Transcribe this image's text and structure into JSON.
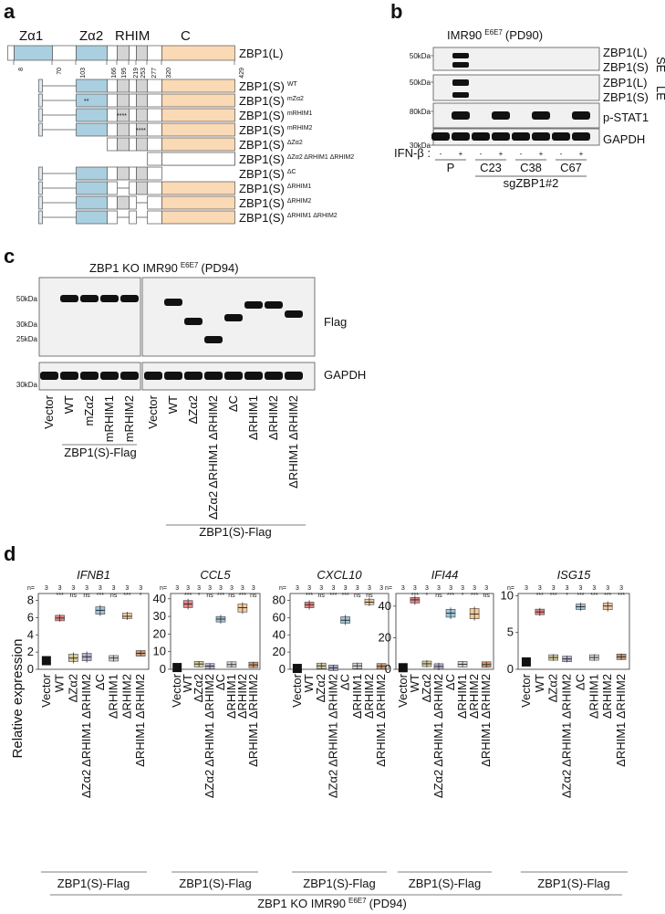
{
  "panels": {
    "a": "a",
    "b": "b",
    "c": "c",
    "d": "d"
  },
  "panel_a": {
    "domain_labels": [
      "Zα1",
      "Zα2",
      "RHIM",
      "C"
    ],
    "positions": [
      "8",
      "70",
      "103",
      "166",
      "195",
      "219",
      "253",
      "277",
      "320",
      "429"
    ],
    "rows": [
      {
        "name": "ZBP1(L)",
        "sup": ""
      },
      {
        "name": "ZBP1(S)",
        "sup": "WT"
      },
      {
        "name": "ZBP1(S)",
        "sup": "mZα2"
      },
      {
        "name": "ZBP1(S)",
        "sup": "mRHIM1"
      },
      {
        "name": "ZBP1(S)",
        "sup": "mRHIM2"
      },
      {
        "name": "ZBP1(S)",
        "sup": "ΔZα2"
      },
      {
        "name": "ZBP1(S)",
        "sup": "ΔZα2 ΔRHIM1 ΔRHIM2"
      },
      {
        "name": "ZBP1(S)",
        "sup": "ΔC"
      },
      {
        "name": "ZBP1(S)",
        "sup": "ΔRHIM1"
      },
      {
        "name": "ZBP1(S)",
        "sup": "ΔRHIM2"
      },
      {
        "name": "ZBP1(S)",
        "sup": "ΔRHIM1 ΔRHIM2"
      }
    ],
    "mutation_marks": [
      "**",
      "****",
      "****"
    ]
  },
  "panel_b": {
    "title": "IMR90",
    "title_sup": "E6E7",
    "title_suffix": "(PD90)",
    "markers": [
      "50kDa",
      "50kDa",
      "80kDa",
      "30kDa"
    ],
    "right_labels": [
      "ZBP1(L)",
      "ZBP1(S)",
      "ZBP1(L)",
      "ZBP1(S)",
      "p-STAT1",
      "GAPDH"
    ],
    "exposure_labels": [
      "SE",
      "LE"
    ],
    "treatment_label": "IFN-β :",
    "treatment_signs": [
      "-",
      "+",
      "-",
      "+",
      "-",
      "+",
      "-",
      "+"
    ],
    "groups": [
      "P",
      "C23",
      "C38",
      "C67"
    ],
    "guide_label": "sgZBP1#2"
  },
  "panel_c": {
    "title": "ZBP1 KO IMR90",
    "title_sup": "E6E7",
    "title_suffix": "(PD94)",
    "markers": [
      "50kDa",
      "30kDa",
      "25kDa",
      "30kDa"
    ],
    "right_labels": [
      "Flag",
      "GAPDH"
    ],
    "lanes_left": [
      "Vector",
      "WT",
      "mZα2",
      "mRHIM1",
      "mRHIM2"
    ],
    "lanes_right": [
      "Vector",
      "WT",
      "ΔZα2",
      "ΔZα2 ΔRHIM1 ΔRHIM2",
      "ΔC",
      "ΔRHIM1",
      "ΔRHIM2",
      "ΔRHIM1 ΔRHIM2"
    ],
    "group_label_left": "ZBP1(S)-Flag",
    "group_label_right": "ZBP1(S)-Flag"
  },
  "panel_d": {
    "ylabel": "Relative expression",
    "n_label": "n=",
    "n_value": "3",
    "categories": [
      "Vector",
      "WT",
      "ΔZα2",
      "ΔZα2 ΔRHIM1 ΔRHIM2",
      "ΔC",
      "ΔRHIM1",
      "ΔRHIM2",
      "ΔRHIM1 ΔRHIM2"
    ],
    "group_label": "ZBP1(S)-Flag",
    "footer": "ZBP1 KO IMR90",
    "footer_sup": "E6E7",
    "footer_suffix": "(PD94)",
    "colors": [
      "#111111",
      "#e05a5a",
      "#c9bf7a",
      "#9a9ac4",
      "#7fb2cc",
      "#c8c8c8",
      "#f0b878",
      "#b8784a"
    ]
  },
  "chart_data": [
    {
      "type": "scatter",
      "title": "IFNB1",
      "ylim": [
        0,
        8.8
      ],
      "yticks": [
        0,
        2,
        4,
        6,
        8
      ],
      "categories": [
        "Vector",
        "WT",
        "ΔZα2",
        "ΔZα2 ΔRHIM1 ΔRHIM2",
        "ΔC",
        "ΔRHIM1",
        "ΔRHIM2",
        "ΔRHIM1 ΔRHIM2"
      ],
      "values": [
        1.0,
        5.95,
        1.3,
        1.45,
        6.85,
        1.3,
        6.15,
        1.85
      ],
      "lo": [
        1.0,
        5.75,
        0.9,
        1.0,
        6.4,
        1.1,
        5.95,
        1.75
      ],
      "hi": [
        1.0,
        6.15,
        1.75,
        1.85,
        7.25,
        1.45,
        6.45,
        1.95
      ],
      "sig": [
        "",
        "***",
        "ns",
        "ns",
        "***",
        "ns",
        "***",
        "*"
      ]
    },
    {
      "type": "scatter",
      "title": "CCL5",
      "ylim": [
        0,
        43
      ],
      "yticks": [
        0,
        10,
        20,
        30,
        40
      ],
      "categories": [
        "Vector",
        "WT",
        "ΔZα2",
        "ΔZα2 ΔRHIM1 ΔRHIM2",
        "ΔC",
        "ΔRHIM1",
        "ΔRHIM2",
        "ΔRHIM1 ΔRHIM2"
      ],
      "values": [
        1.0,
        37.0,
        3.0,
        1.8,
        28.5,
        2.7,
        35.0,
        2.5
      ],
      "lo": [
        1.0,
        35.0,
        2.2,
        1.0,
        27.0,
        2.2,
        32.5,
        1.8
      ],
      "hi": [
        1.0,
        39.0,
        3.6,
        2.4,
        29.8,
        3.2,
        37.0,
        3.2
      ],
      "sig": [
        "",
        "***",
        "*",
        "ns",
        "***",
        "ns",
        "***",
        "ns"
      ]
    },
    {
      "type": "scatter",
      "title": "CXCL10",
      "ylim": [
        0,
        88
      ],
      "yticks": [
        0,
        20,
        40,
        60,
        80
      ],
      "categories": [
        "Vector",
        "WT",
        "ΔZα2",
        "ΔZα2 ΔRHIM1 ΔRHIM2",
        "ΔC",
        "ΔRHIM1",
        "ΔRHIM2",
        "ΔRHIM1 ΔRHIM2"
      ],
      "values": [
        1.0,
        75.0,
        4.0,
        1.8,
        57.0,
        4.0,
        78.0,
        3.5
      ],
      "lo": [
        1.0,
        71.5,
        2.5,
        0.5,
        53.5,
        2.5,
        75.5,
        2.5
      ],
      "hi": [
        1.0,
        78.0,
        5.5,
        3.0,
        61.0,
        5.5,
        81.0,
        4.5
      ],
      "sig": [
        "",
        "***",
        "ns",
        "***",
        "***",
        "ns",
        "ns",
        ""
      ]
    },
    {
      "type": "scatter",
      "title": "IFI44",
      "ylim": [
        0,
        48
      ],
      "yticks": [
        0,
        20,
        40
      ],
      "categories": [
        "Vector",
        "WT",
        "ΔZα2",
        "ΔZα2 ΔRHIM1 ΔRHIM2",
        "ΔC",
        "ΔRHIM1",
        "ΔRHIM2",
        "ΔRHIM1 ΔRHIM2"
      ],
      "values": [
        1.0,
        44.0,
        3.5,
        1.8,
        35.5,
        3.2,
        35.0,
        3.0
      ],
      "lo": [
        1.0,
        42.0,
        2.3,
        0.6,
        33.0,
        2.5,
        32.0,
        2.2
      ],
      "hi": [
        1.0,
        45.5,
        4.6,
        3.0,
        38.0,
        4.0,
        38.5,
        3.8
      ],
      "sig": [
        "",
        "***",
        "*",
        "ns",
        "***",
        "*",
        "***",
        "ns"
      ]
    },
    {
      "type": "scatter",
      "title": "ISG15",
      "ylim": [
        0,
        10.3
      ],
      "yticks": [
        0,
        5,
        10
      ],
      "categories": [
        "Vector",
        "WT",
        "ΔZα2",
        "ΔZα2 ΔRHIM1 ΔRHIM2",
        "ΔC",
        "ΔRHIM1",
        "ΔRHIM2",
        "ΔRHIM1 ΔRHIM2"
      ],
      "values": [
        1.0,
        7.8,
        1.6,
        1.4,
        8.5,
        1.6,
        8.6,
        1.7
      ],
      "lo": [
        1.0,
        7.5,
        1.4,
        1.2,
        8.2,
        1.4,
        8.1,
        1.5
      ],
      "hi": [
        1.0,
        8.1,
        1.8,
        1.6,
        8.8,
        1.8,
        9.0,
        1.9
      ],
      "sig": [
        "",
        "***",
        "***",
        "*",
        "***",
        "***",
        "***",
        "***"
      ]
    }
  ]
}
